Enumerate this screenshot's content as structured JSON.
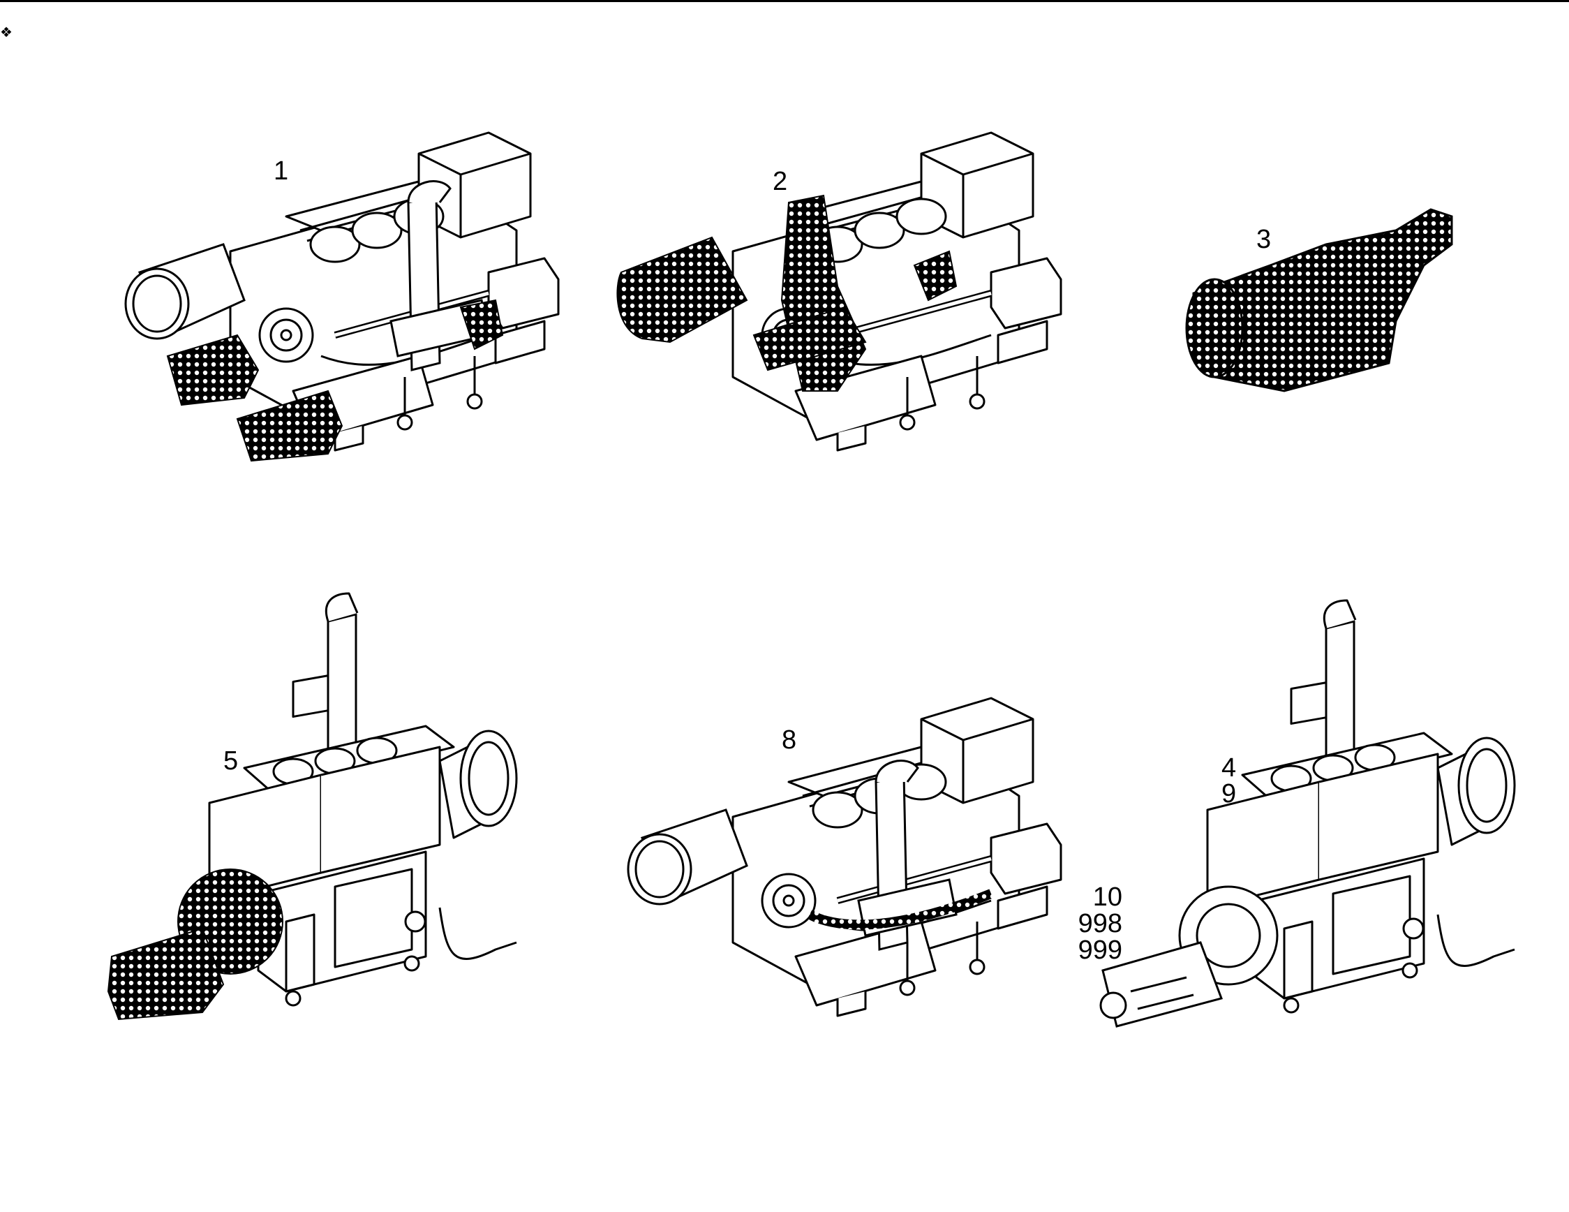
{
  "colors": {
    "ink": "#000000",
    "paper": "#ffffff"
  },
  "views": [
    {
      "id": "view-1",
      "labels": [
        "1"
      ],
      "highlight": "lower-mounts"
    },
    {
      "id": "view-2",
      "labels": [
        "2"
      ],
      "highlight": "air-intake-and-exhaust"
    },
    {
      "id": "view-3",
      "labels": [
        "3"
      ],
      "highlight": "whole-part"
    },
    {
      "id": "view-5",
      "labels": [
        "5"
      ],
      "highlight": "flywheel-housing"
    },
    {
      "id": "view-8",
      "labels": [
        "8"
      ],
      "highlight": "wiring"
    },
    {
      "id": "view-4-9",
      "labels": [
        "4",
        "9"
      ],
      "highlight": "none"
    },
    {
      "id": "view-10",
      "labels": [
        "10",
        "998",
        "999"
      ],
      "highlight": "none"
    }
  ]
}
